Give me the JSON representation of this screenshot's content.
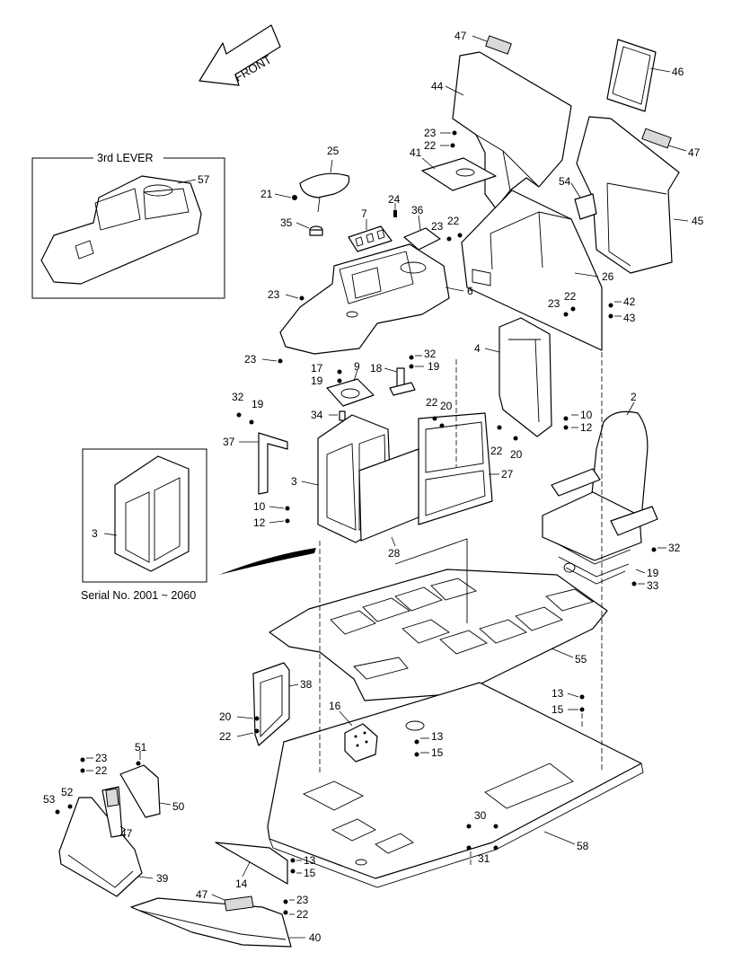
{
  "front_label": "FRONT",
  "inset_lever": {
    "title": "3rd LEVER",
    "part": "57"
  },
  "inset_serial": {
    "caption": "Serial No. 2001 ~ 2060",
    "part": "3"
  },
  "callouts": [
    "2",
    "3",
    "4",
    "6",
    "7",
    "9",
    "10",
    "12",
    "13",
    "14",
    "15",
    "16",
    "17",
    "18",
    "19",
    "20",
    "21",
    "22",
    "23",
    "24",
    "25",
    "26",
    "27",
    "28",
    "30",
    "31",
    "32",
    "33",
    "34",
    "35",
    "36",
    "37",
    "38",
    "39",
    "40",
    "41",
    "42",
    "43",
    "44",
    "45",
    "46",
    "47",
    "50",
    "51",
    "52",
    "53",
    "54",
    "55",
    "57",
    "58"
  ]
}
